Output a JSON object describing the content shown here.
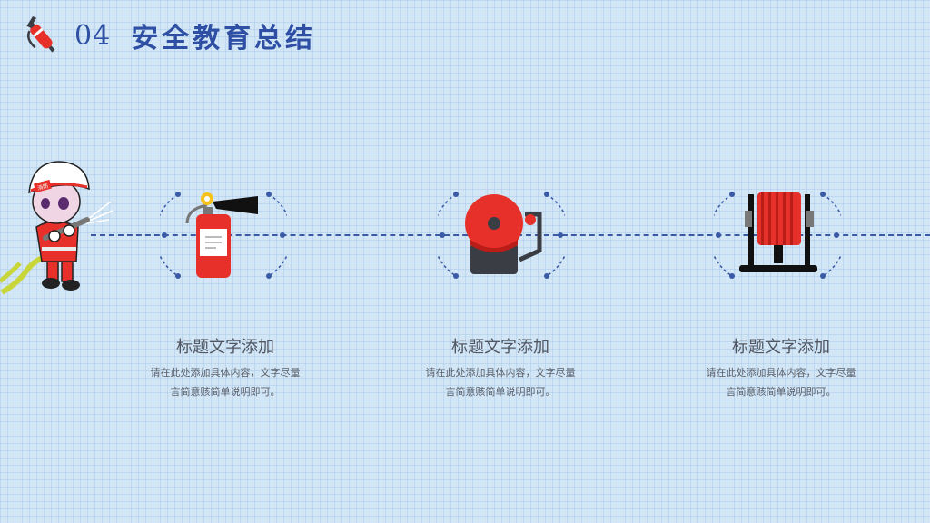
{
  "header": {
    "number": "04",
    "title": "安全教育总结"
  },
  "mascot": {
    "badge_text": "消防"
  },
  "cards": [
    {
      "icon": "fire-extinguisher-icon",
      "title": "标题文字添加",
      "desc_line1": "请在此处添加具体内容，文字尽量",
      "desc_line2": "言简意赅简单说明即可。"
    },
    {
      "icon": "fire-alarm-bell-icon",
      "title": "标题文字添加",
      "desc_line1": "请在此处添加具体内容，文字尽量",
      "desc_line2": "言简意赅简单说明即可。"
    },
    {
      "icon": "fire-hose-reel-icon",
      "title": "标题文字添加",
      "desc_line1": "请在此处添加具体内容，文字尽量",
      "desc_line2": "言简意赅简单说明即可。"
    }
  ],
  "colors": {
    "background": "#d3e6f6",
    "accent_blue": "#2e4fa3",
    "fire_red": "#e8302a",
    "dark_gray": "#3b3d44",
    "text_gray": "#505662"
  }
}
